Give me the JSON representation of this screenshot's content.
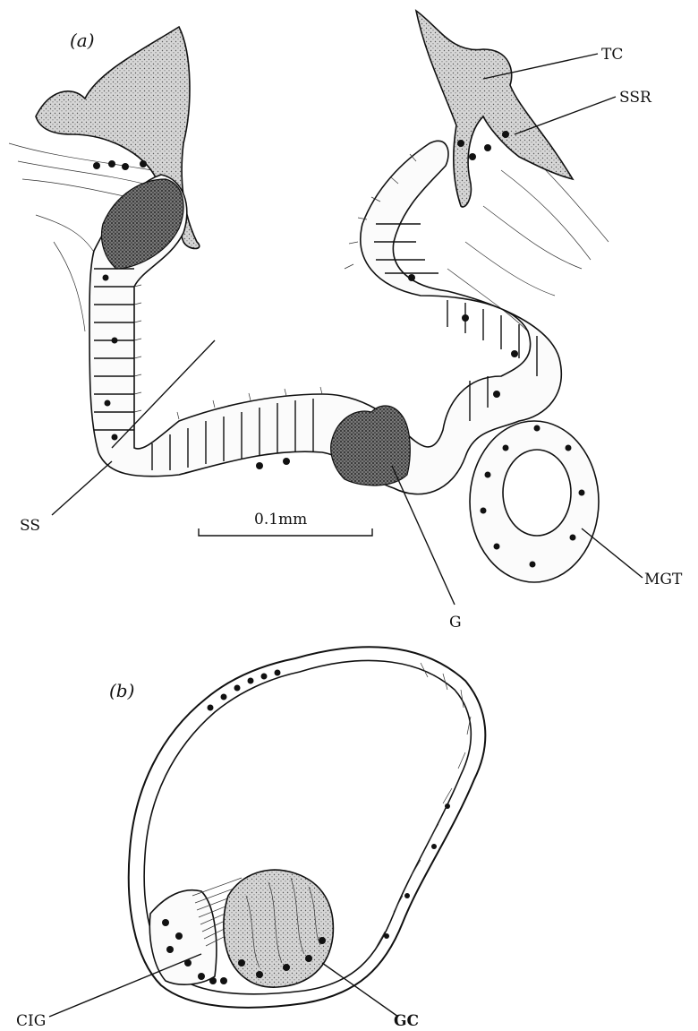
{
  "panels": {
    "a": {
      "label": "(a)",
      "labels": {
        "tc": "TC",
        "ssr": "SSR",
        "ss": "SS",
        "g": "G",
        "mgt": "MGT"
      },
      "scale_bar": "0.1mm"
    },
    "b": {
      "label": "(b)",
      "labels": {
        "cig": "CIG",
        "gc": "GC"
      }
    }
  }
}
